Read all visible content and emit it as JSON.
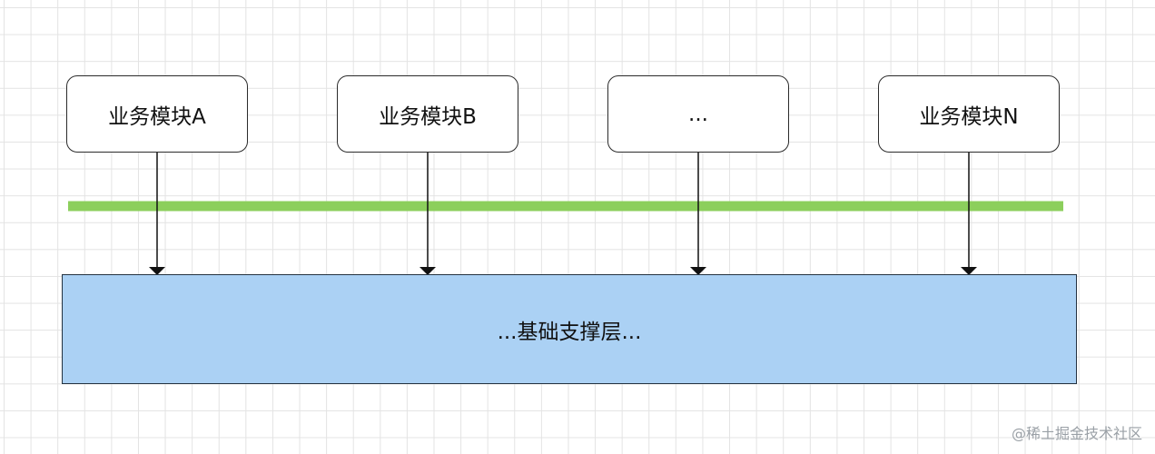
{
  "modules": [
    {
      "label": "业务模块A"
    },
    {
      "label": "业务模块B"
    },
    {
      "label": "..."
    },
    {
      "label": "业务模块N"
    }
  ],
  "base_layer": {
    "label": "...基础支撑层..."
  },
  "colors": {
    "divider_line": "#8ccf5c",
    "base_fill": "#abd1f4",
    "grid": "#e3e3e3"
  },
  "watermark": "@稀土掘金技术社区"
}
